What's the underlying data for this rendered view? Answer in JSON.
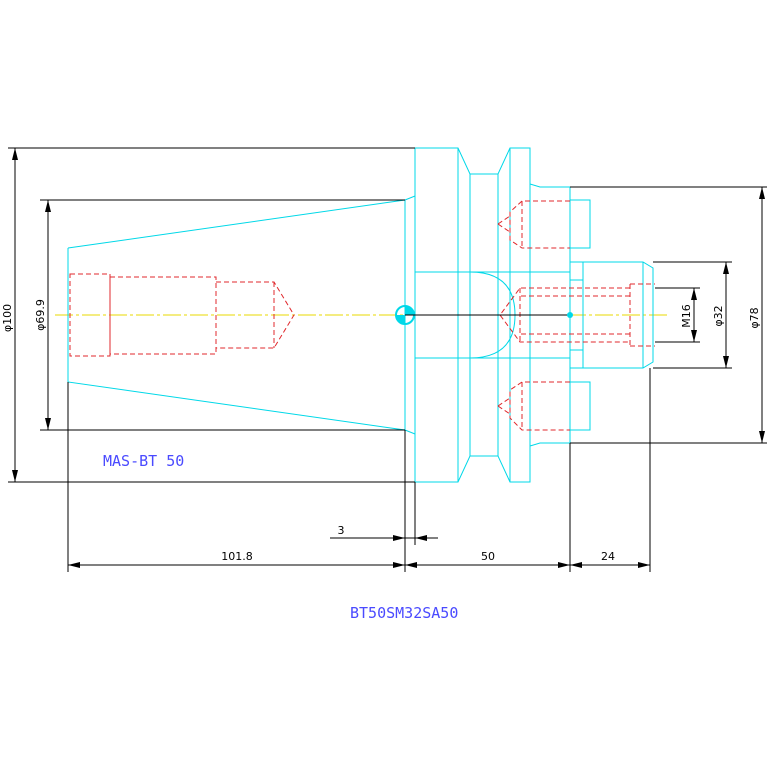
{
  "labels": {
    "taper_standard": "MAS-BT 50",
    "part_number": "BT50SM32SA50"
  },
  "dimensions": {
    "dia_100": "φ100",
    "dia_69_9": "φ69.9",
    "dia_78": "φ78",
    "dia_32": "φ32",
    "thread_m16": "M16",
    "len_3": "3",
    "len_101_8": "101.8",
    "len_50": "50",
    "len_24": "24"
  },
  "colors": {
    "outline": "#00d8e8",
    "hidden_lines": "#e0282c",
    "center_line": "#e8d800",
    "dimensions": "#000000",
    "labels": "#4a4aff"
  }
}
